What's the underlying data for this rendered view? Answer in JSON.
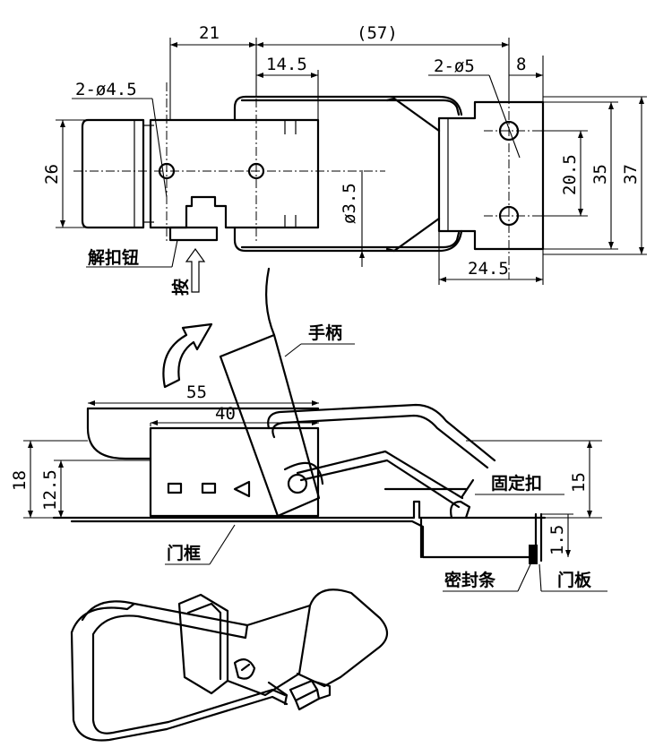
{
  "top_view": {
    "dim_21": "21",
    "dim_57": "(57)",
    "dim_14_5": "14.5",
    "dim_8": "8",
    "hole_small": "2-ø4.5",
    "hole_large": "2-ø5",
    "dim_26": "26",
    "dim_3_5": "ø3.5",
    "dim_20_5": "20.5",
    "dim_35": "35",
    "dim_37": "37",
    "dim_24_5": "24.5",
    "release_button": "解扣钮",
    "press": "按"
  },
  "side_view": {
    "dim_55": "55",
    "dim_40": "40",
    "dim_18": "18",
    "dim_12_5": "12.5",
    "dim_15": "15",
    "dim_1_5": "1.5",
    "handle": "手柄",
    "fixed_catch": "固定扣",
    "door_frame": "门框",
    "seal_strip": "密封条",
    "door_panel": "门板"
  }
}
